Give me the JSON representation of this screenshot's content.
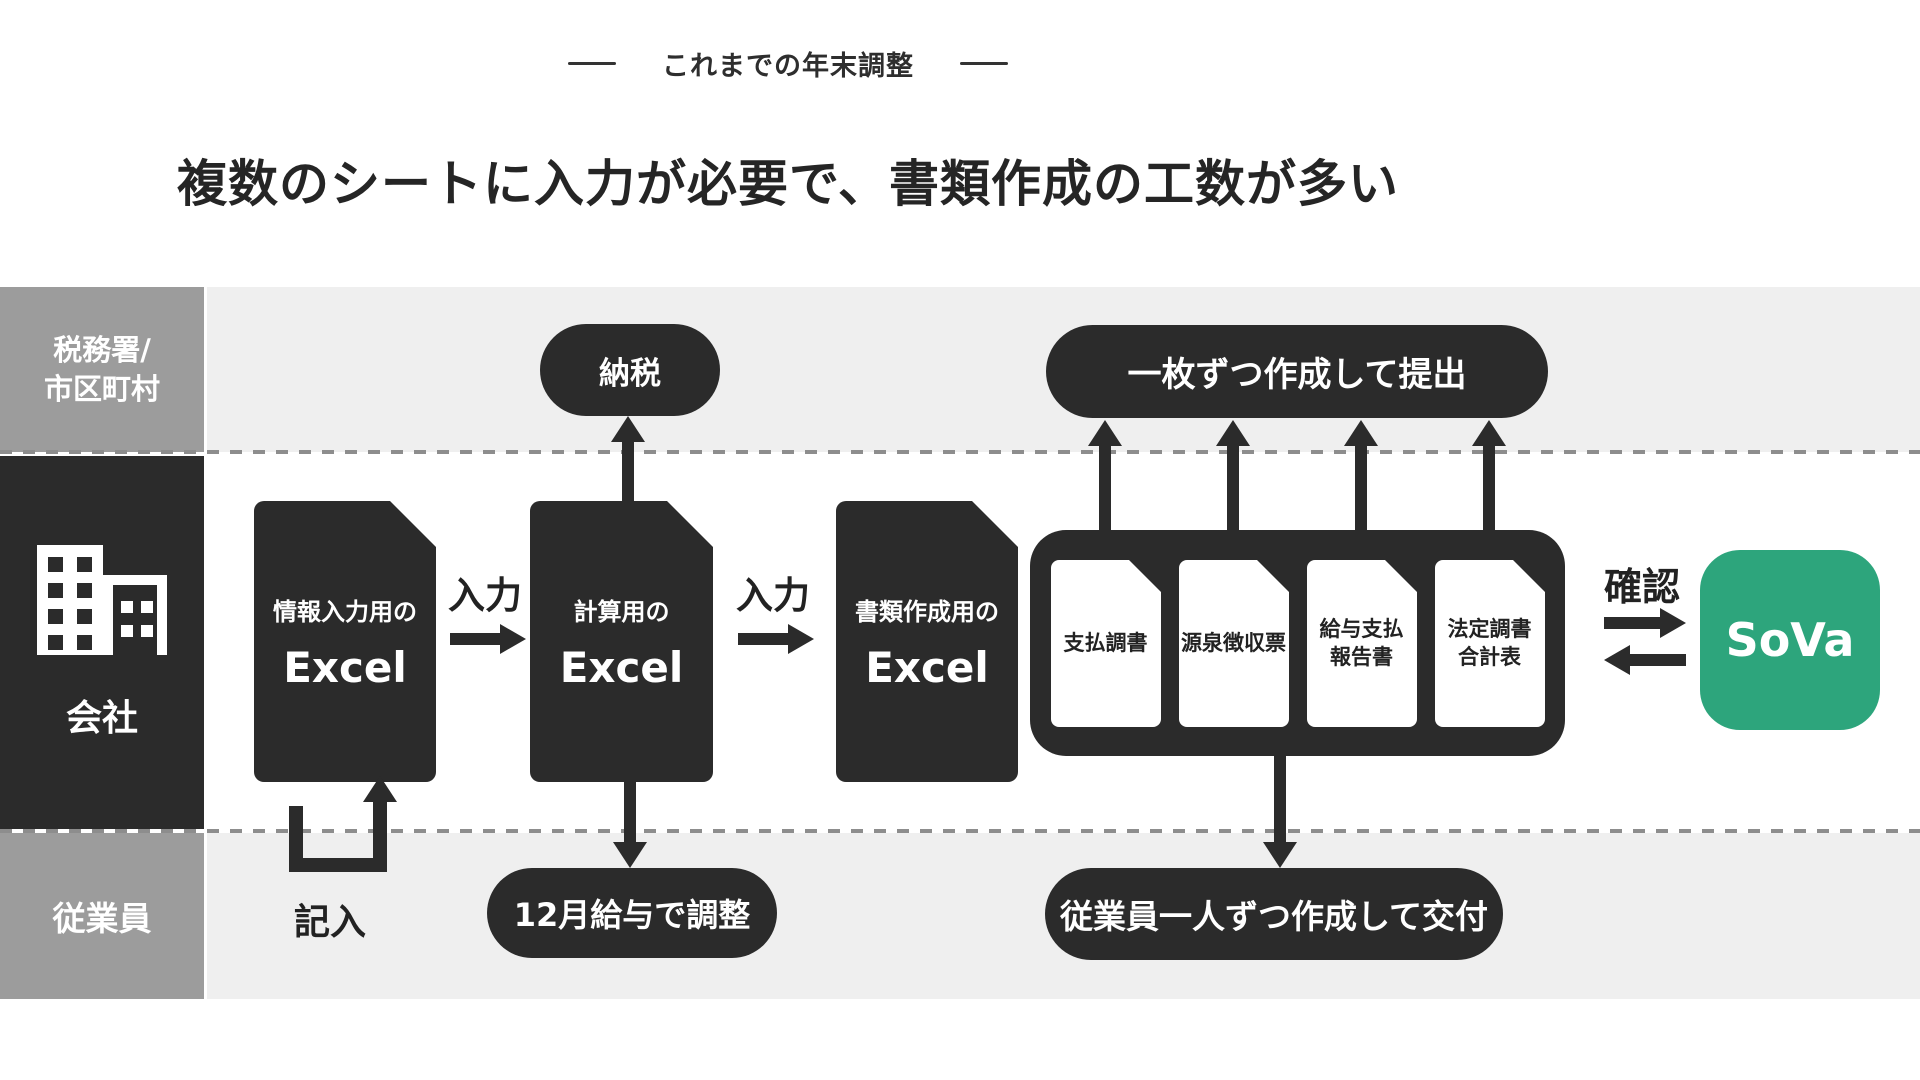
{
  "header": {
    "label": "これまでの年末調整"
  },
  "title": "複数のシートに入力が必要で、書類作成の工数が多い",
  "rows": {
    "tax_office": {
      "line1": "税務署/",
      "line2": "市区町村"
    },
    "company": "会社",
    "employee": "従業員"
  },
  "nodes": {
    "excel_input": {
      "line1": "情報入力用の",
      "line2": "Excel"
    },
    "excel_calc": {
      "line1": "計算用の",
      "line2": "Excel"
    },
    "excel_doc": {
      "line1": "書類作成用の",
      "line2": "Excel"
    },
    "sova": {
      "label": "SoVa"
    }
  },
  "documents": [
    {
      "line1": "支払調書",
      "line2": ""
    },
    {
      "line1": "源泉徴収票",
      "line2": ""
    },
    {
      "line1": "給与支払",
      "line2": "報告書"
    },
    {
      "line1": "法定調書",
      "line2": "合計表"
    }
  ],
  "pills": {
    "tax_payment": "納税",
    "submit": "一枚ずつ作成して提出",
    "adjust": "12月給与で調整",
    "deliver": "従業員一人ずつ作成して交付"
  },
  "labels": {
    "input_left": "入力",
    "input_right": "入力",
    "fill_in": "記入",
    "confirm": "確認"
  },
  "colors": {
    "dark": "#2b2b2b",
    "sidebar_gray": "#9c9c9c",
    "band_gray": "#efefef",
    "green": "#2da57c",
    "white": "#ffffff"
  }
}
